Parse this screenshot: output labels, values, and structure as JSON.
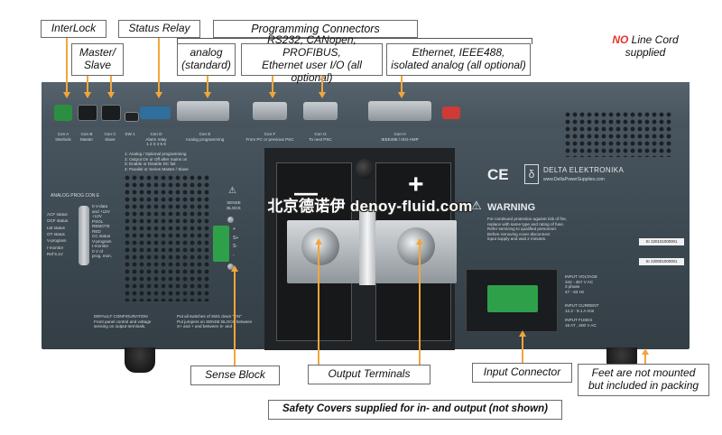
{
  "callouts": {
    "interlock": "InterLock",
    "status_relay": "Status Relay",
    "programming_connectors": "Programming Connectors",
    "master_slave": "Master/\nSlave",
    "analog": "analog\n(standard)",
    "rs232": "RS232, CANopen, PROFIBUS,\nEthernet user I/O (all optional)",
    "ethernet": "Ethernet, IEEE488,\nisolated analog (all optional)",
    "no_line_cord_prefix": "NO",
    "no_line_cord_rest": " Line Cord\nsupplied",
    "sense_block": "Sense Block",
    "output_terminals": "Output Terminals",
    "input_connector": "Input Connector",
    "feet": "Feet  are not mounted\nbut  included in packing",
    "safety_covers": "Safety Covers supplied for in- and output (not shown)"
  },
  "panel": {
    "con_a": "Con A\nInterlock",
    "con_b": "Con B\nMaster",
    "con_c": "Con C\nSlave",
    "sw1": "SW 1",
    "con_d": "Con D\nAlarm relay\n1 2 3 4 5 6",
    "con_e": "Con E\nAnalog programming",
    "con_f": "Con F\nFrom PC or previous PSC",
    "con_g": "Con G\nTo next PSC",
    "con_h": "Con H\nIEEE488 / ISO-AMP",
    "sw_list": "1: Analog / Optional programming\n2: Output On or Off  after mains on\n3: Enable or Disable  DC fail\n4: Parallel or Series  Master / Slave",
    "analog_prog_title": "ANALOG PROG CON E",
    "analog_left": "ACF status\nOCF status\nLM status\nOT status\nV-program\nI-monitor\nRef 5.1V",
    "analog_right": "0 V-data\nand +12V\n+12V\nPSOL\nREMOTE\nRED\nCC status\nV-program\nI-monitor\n0 V of\nprog. mon.",
    "default_config": "DEFAULT CONFIGURATION\nFront panel control and voltage\nsensing on output terminals.",
    "put_switches": "Put all switches of SW1 down \"ON\"\nPut jumpers on SENSE BLOCK between\nS+ and + and between S- and -",
    "sense_block_label": "SENSE\nBLOCK",
    "sense_pins": "+\nS+\nS-\n-",
    "minus": "—",
    "plus": "+",
    "ce": "CE",
    "brand": "DELTA ELEKTRONIKA",
    "website": "www.DeltaPowerSupplies.com",
    "warning_title": "WARNING",
    "warning_text": "For continued protection against risk of fire,\nreplace with same type and rating of fuse.\nRefer servicing to qualified personnel.\nBefore removing cover disconnect\ninput supply and wait 2 minutes.",
    "serial_1": "Sr 220101000001",
    "serial_2": "Sr 220001000001",
    "input_voltage": "INPUT VOLTAGE\n342 - 457 V AC\n3 phase\n47 - 63 Hz",
    "input_current": "INPUT CURRENT\n12.2 - 9.1 A rms",
    "input_fuses": "INPUT FUSES\n16 AT , 600 V AC"
  },
  "watermark": "北京德诺伊 denoy-fluid.com",
  "colors": {
    "leader": "#f2a63a",
    "no_text": "#e8352a",
    "chassis": "#45525b",
    "terminal_plate": "#1c1f21",
    "green_connector": "#2fa04a"
  }
}
